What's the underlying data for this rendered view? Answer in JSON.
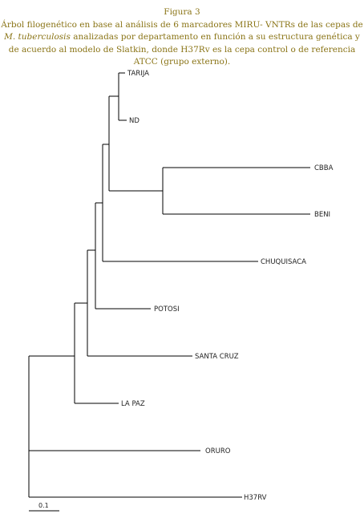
{
  "figure": {
    "label": "Figura 3",
    "caption_part1": "Árbol filogenético en base al análisis de 6 marcadores MIRU- VNTRs de las cepas de ",
    "caption_species": "M. tuberculosis",
    "caption_part2": "analizadas por departamento en función a su estructura genética y de acuerdo al modelo de Slatkin, donde H37Rv es la cepa control o de referencia ATCC (grupo externo)."
  },
  "tree": {
    "leaves": {
      "tarija": "TARIJA",
      "nd": "ND",
      "cbba": "CBBA",
      "beni": "BENI",
      "chuquisaca": "CHUQUISACA",
      "potosi": "POTOSI",
      "santa_cruz": "SANTA CRUZ",
      "la_paz": "LA PAZ",
      "oruro": "ORURO",
      "h37rv": "H37RV"
    },
    "scale_bar_label": "0.1"
  }
}
